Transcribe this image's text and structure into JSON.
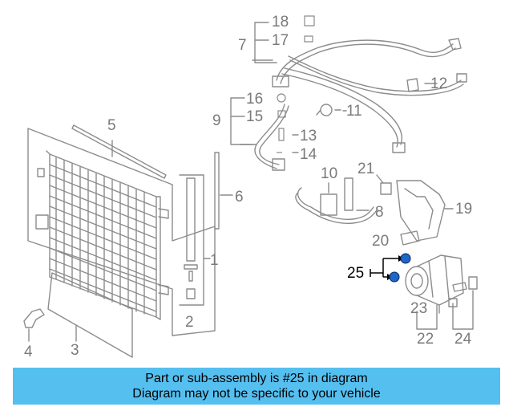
{
  "diagram": {
    "callouts": [
      "1",
      "2",
      "3",
      "4",
      "5",
      "6",
      "7",
      "8",
      "9",
      "10",
      "11",
      "12",
      "13",
      "14",
      "15",
      "16",
      "17",
      "18",
      "19",
      "20",
      "21",
      "22",
      "23",
      "24",
      "25"
    ],
    "highlighted_part": "25",
    "colors": {
      "line": "#8c8c8c",
      "highlight": "#1e66c8",
      "highlight_text": "#000000",
      "banner": "#55bff0"
    }
  },
  "banner": {
    "line1": "Part or sub-assembly is #25 in diagram",
    "line2": "Diagram may not be specific to your vehicle"
  }
}
